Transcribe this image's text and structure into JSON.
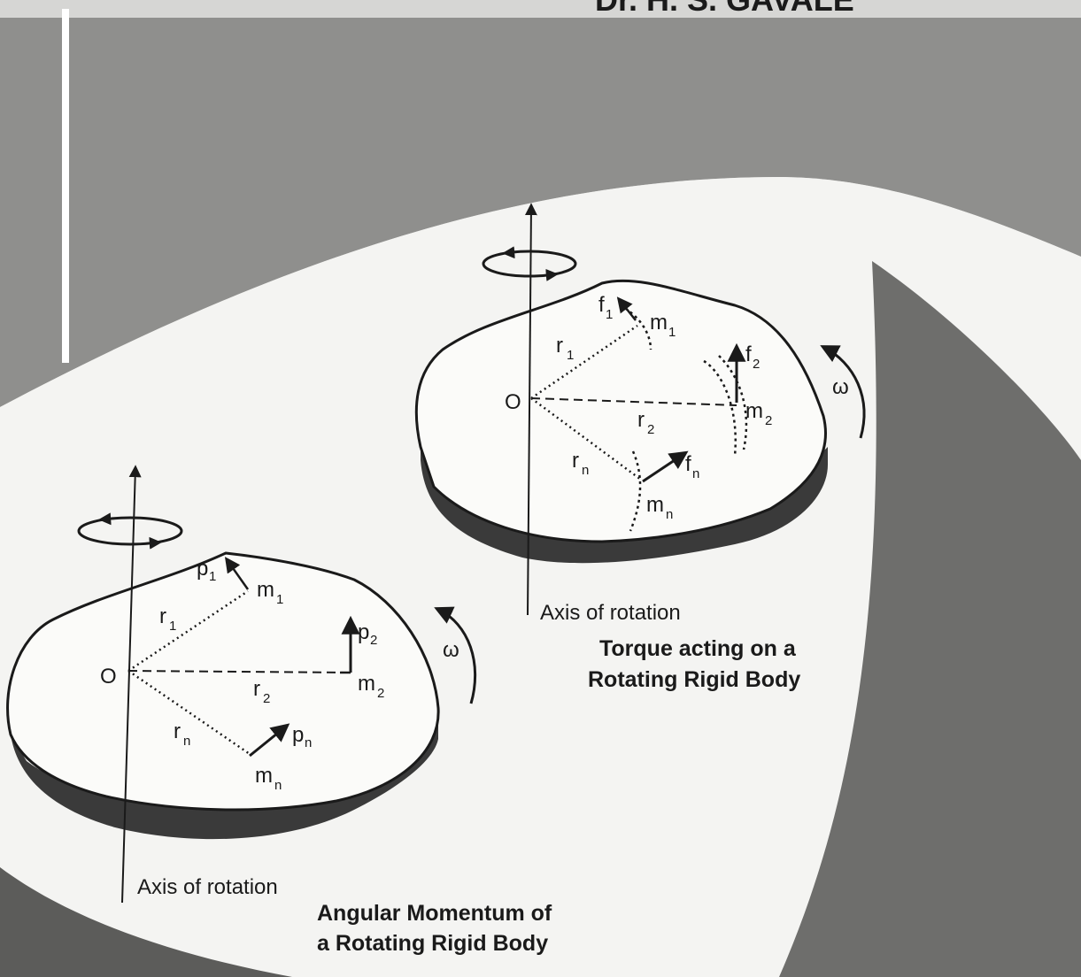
{
  "header": {
    "author": "Dr. H. S. GAVALE"
  },
  "diagram_torque": {
    "axis_label": "Axis of rotation",
    "caption_line1": "Torque acting on a",
    "caption_line2": "Rotating Rigid Body",
    "origin": "O",
    "omega": "ω",
    "r1": "r",
    "r1_sub": "1",
    "r2": "r",
    "r2_sub": "2",
    "rn": "r",
    "rn_sub": "n",
    "m1": "m",
    "m1_sub": "1",
    "m2": "m",
    "m2_sub": "2",
    "mn": "m",
    "mn_sub": "n",
    "f1": "f",
    "f1_sub": "1",
    "f2": "f",
    "f2_sub": "2",
    "fn": "f",
    "fn_sub": "n"
  },
  "diagram_momentum": {
    "axis_label": "Axis of rotation",
    "caption_line1": "Angular Momentum of",
    "caption_line2": "a Rotating Rigid Body",
    "origin": "O",
    "omega": "ω",
    "r1": "r",
    "r1_sub": "1",
    "r2": "r",
    "r2_sub": "2",
    "rn": "r",
    "rn_sub": "n",
    "m1": "m",
    "m1_sub": "1",
    "m2": "m",
    "m2_sub": "2",
    "mn": "m",
    "mn_sub": "n",
    "p1": "p",
    "p1_sub": "1",
    "p2": "p",
    "p2_sub": "2",
    "pn": "p",
    "pn_sub": "n"
  }
}
